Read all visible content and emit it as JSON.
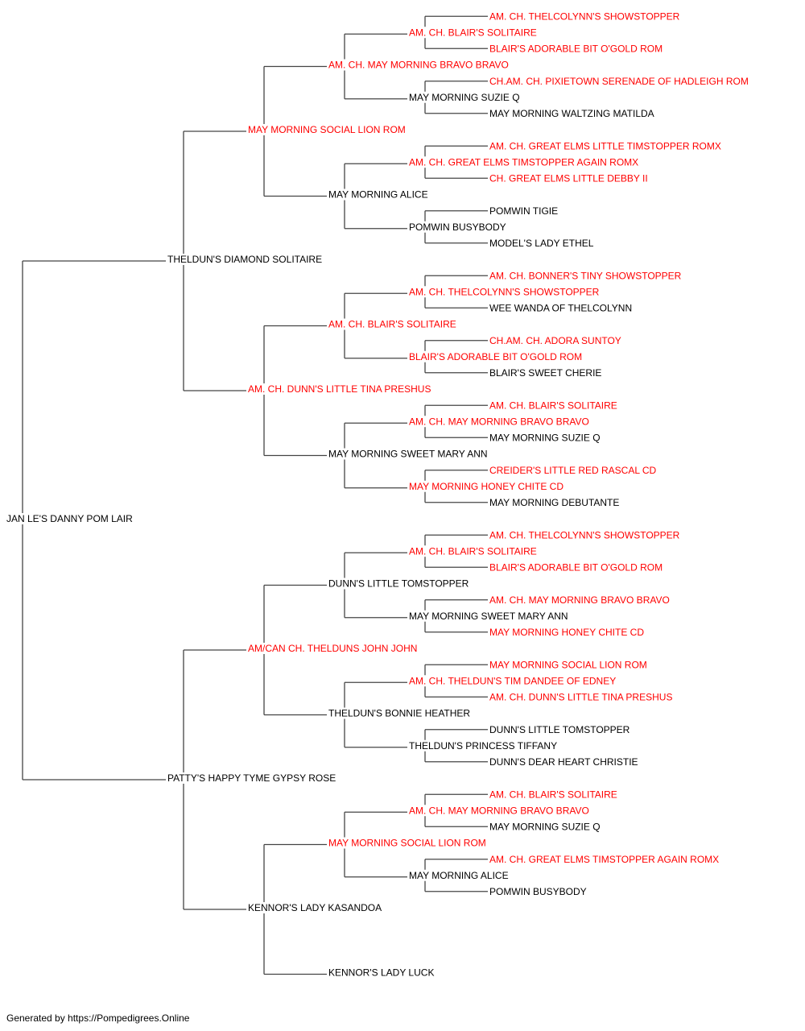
{
  "colors": {
    "champion": "#ff0000",
    "regular": "#000000",
    "line": "#444444"
  },
  "pedigree": {
    "name": "JAN LE'S DANNY POM LAIR",
    "ch": false,
    "sire": {
      "name": "THELDUN'S DIAMOND SOLITAIRE",
      "ch": false,
      "sire": {
        "name": "MAY MORNING SOCIAL LION ROM",
        "ch": true,
        "sire": {
          "name": "AM. CH. MAY MORNING BRAVO BRAVO",
          "ch": true,
          "sire": {
            "name": "AM. CH. BLAIR'S SOLITAIRE",
            "ch": true,
            "sire": {
              "name": "AM. CH. THELCOLYNN'S SHOWSTOPPER",
              "ch": true
            },
            "dam": {
              "name": "BLAIR'S ADORABLE BIT O'GOLD ROM",
              "ch": true
            }
          },
          "dam": {
            "name": "MAY MORNING SUZIE Q",
            "ch": false,
            "sire": {
              "name": "CH.AM. CH. PIXIETOWN SERENADE OF HADLEIGH ROM",
              "ch": true
            },
            "dam": {
              "name": "MAY MORNING WALTZING MATILDA",
              "ch": false
            }
          }
        },
        "dam": {
          "name": "MAY MORNING ALICE",
          "ch": false,
          "sire": {
            "name": "AM. CH. GREAT ELMS TIMSTOPPER AGAIN ROMX",
            "ch": true,
            "sire": {
              "name": "AM. CH. GREAT ELMS LITTLE TIMSTOPPER ROMX",
              "ch": true
            },
            "dam": {
              "name": "CH. GREAT ELMS LITTLE DEBBY II",
              "ch": true
            }
          },
          "dam": {
            "name": "POMWIN BUSYBODY",
            "ch": false,
            "sire": {
              "name": "POMWIN TIGIE",
              "ch": false
            },
            "dam": {
              "name": "MODEL'S LADY ETHEL",
              "ch": false
            }
          }
        }
      },
      "dam": {
        "name": "AM. CH. DUNN'S LITTLE TINA PRESHUS",
        "ch": true,
        "sire": {
          "name": "AM. CH. BLAIR'S SOLITAIRE",
          "ch": true,
          "sire": {
            "name": "AM. CH. THELCOLYNN'S SHOWSTOPPER",
            "ch": true,
            "sire": {
              "name": "AM. CH. BONNER'S TINY SHOWSTOPPER",
              "ch": true
            },
            "dam": {
              "name": "WEE WANDA OF THELCOLYNN",
              "ch": false
            }
          },
          "dam": {
            "name": "BLAIR'S ADORABLE BIT O'GOLD ROM",
            "ch": true,
            "sire": {
              "name": "CH.AM. CH. ADORA SUNTOY",
              "ch": true
            },
            "dam": {
              "name": "BLAIR'S SWEET CHERIE",
              "ch": false
            }
          }
        },
        "dam": {
          "name": "MAY MORNING SWEET MARY ANN",
          "ch": false,
          "sire": {
            "name": "AM. CH. MAY MORNING BRAVO BRAVO",
            "ch": true,
            "sire": {
              "name": "AM. CH. BLAIR'S SOLITAIRE",
              "ch": true
            },
            "dam": {
              "name": "MAY MORNING SUZIE Q",
              "ch": false
            }
          },
          "dam": {
            "name": "MAY MORNING HONEY CHITE CD",
            "ch": true,
            "sire": {
              "name": "CREIDER'S LITTLE RED RASCAL CD",
              "ch": true
            },
            "dam": {
              "name": "MAY MORNING DEBUTANTE",
              "ch": false
            }
          }
        }
      }
    },
    "dam": {
      "name": "PATTY'S HAPPY TYME GYPSY ROSE",
      "ch": false,
      "sire": {
        "name": "AM/CAN CH. THELDUNS JOHN JOHN",
        "ch": true,
        "sire": {
          "name": "DUNN'S LITTLE TOMSTOPPER",
          "ch": false,
          "sire": {
            "name": "AM. CH. BLAIR'S SOLITAIRE",
            "ch": true,
            "sire": {
              "name": "AM. CH. THELCOLYNN'S SHOWSTOPPER",
              "ch": true
            },
            "dam": {
              "name": "BLAIR'S ADORABLE BIT O'GOLD ROM",
              "ch": true
            }
          },
          "dam": {
            "name": "MAY MORNING SWEET MARY ANN",
            "ch": false,
            "sire": {
              "name": "AM. CH. MAY MORNING BRAVO BRAVO",
              "ch": true
            },
            "dam": {
              "name": "MAY MORNING HONEY CHITE CD",
              "ch": true
            }
          }
        },
        "dam": {
          "name": "THELDUN'S BONNIE HEATHER",
          "ch": false,
          "sire": {
            "name": "AM. CH. THELDUN'S TIM DANDEE OF EDNEY",
            "ch": true,
            "sire": {
              "name": "MAY MORNING SOCIAL LION ROM",
              "ch": true
            },
            "dam": {
              "name": "AM. CH. DUNN'S LITTLE TINA PRESHUS",
              "ch": true
            }
          },
          "dam": {
            "name": "THELDUN'S PRINCESS TIFFANY",
            "ch": false,
            "sire": {
              "name": "DUNN'S LITTLE TOMSTOPPER",
              "ch": false
            },
            "dam": {
              "name": "DUNN'S DEAR HEART CHRISTIE",
              "ch": false
            }
          }
        }
      },
      "dam": {
        "name": "KENNOR'S LADY KASANDOA",
        "ch": false,
        "sire": {
          "name": "MAY MORNING SOCIAL LION ROM",
          "ch": true,
          "sire": {
            "name": "AM. CH. MAY MORNING BRAVO BRAVO",
            "ch": true,
            "sire": {
              "name": "AM. CH. BLAIR'S SOLITAIRE",
              "ch": true
            },
            "dam": {
              "name": "MAY MORNING SUZIE Q",
              "ch": false
            }
          },
          "dam": {
            "name": "MAY MORNING ALICE",
            "ch": false,
            "sire": {
              "name": "AM. CH. GREAT ELMS TIMSTOPPER AGAIN ROMX",
              "ch": true
            },
            "dam": {
              "name": "POMWIN BUSYBODY",
              "ch": false
            }
          }
        },
        "dam": {
          "name": "KENNOR'S LADY LUCK",
          "ch": false
        }
      }
    }
  },
  "footer": {
    "text": "Generated by https://Pompedigrees.Online"
  }
}
